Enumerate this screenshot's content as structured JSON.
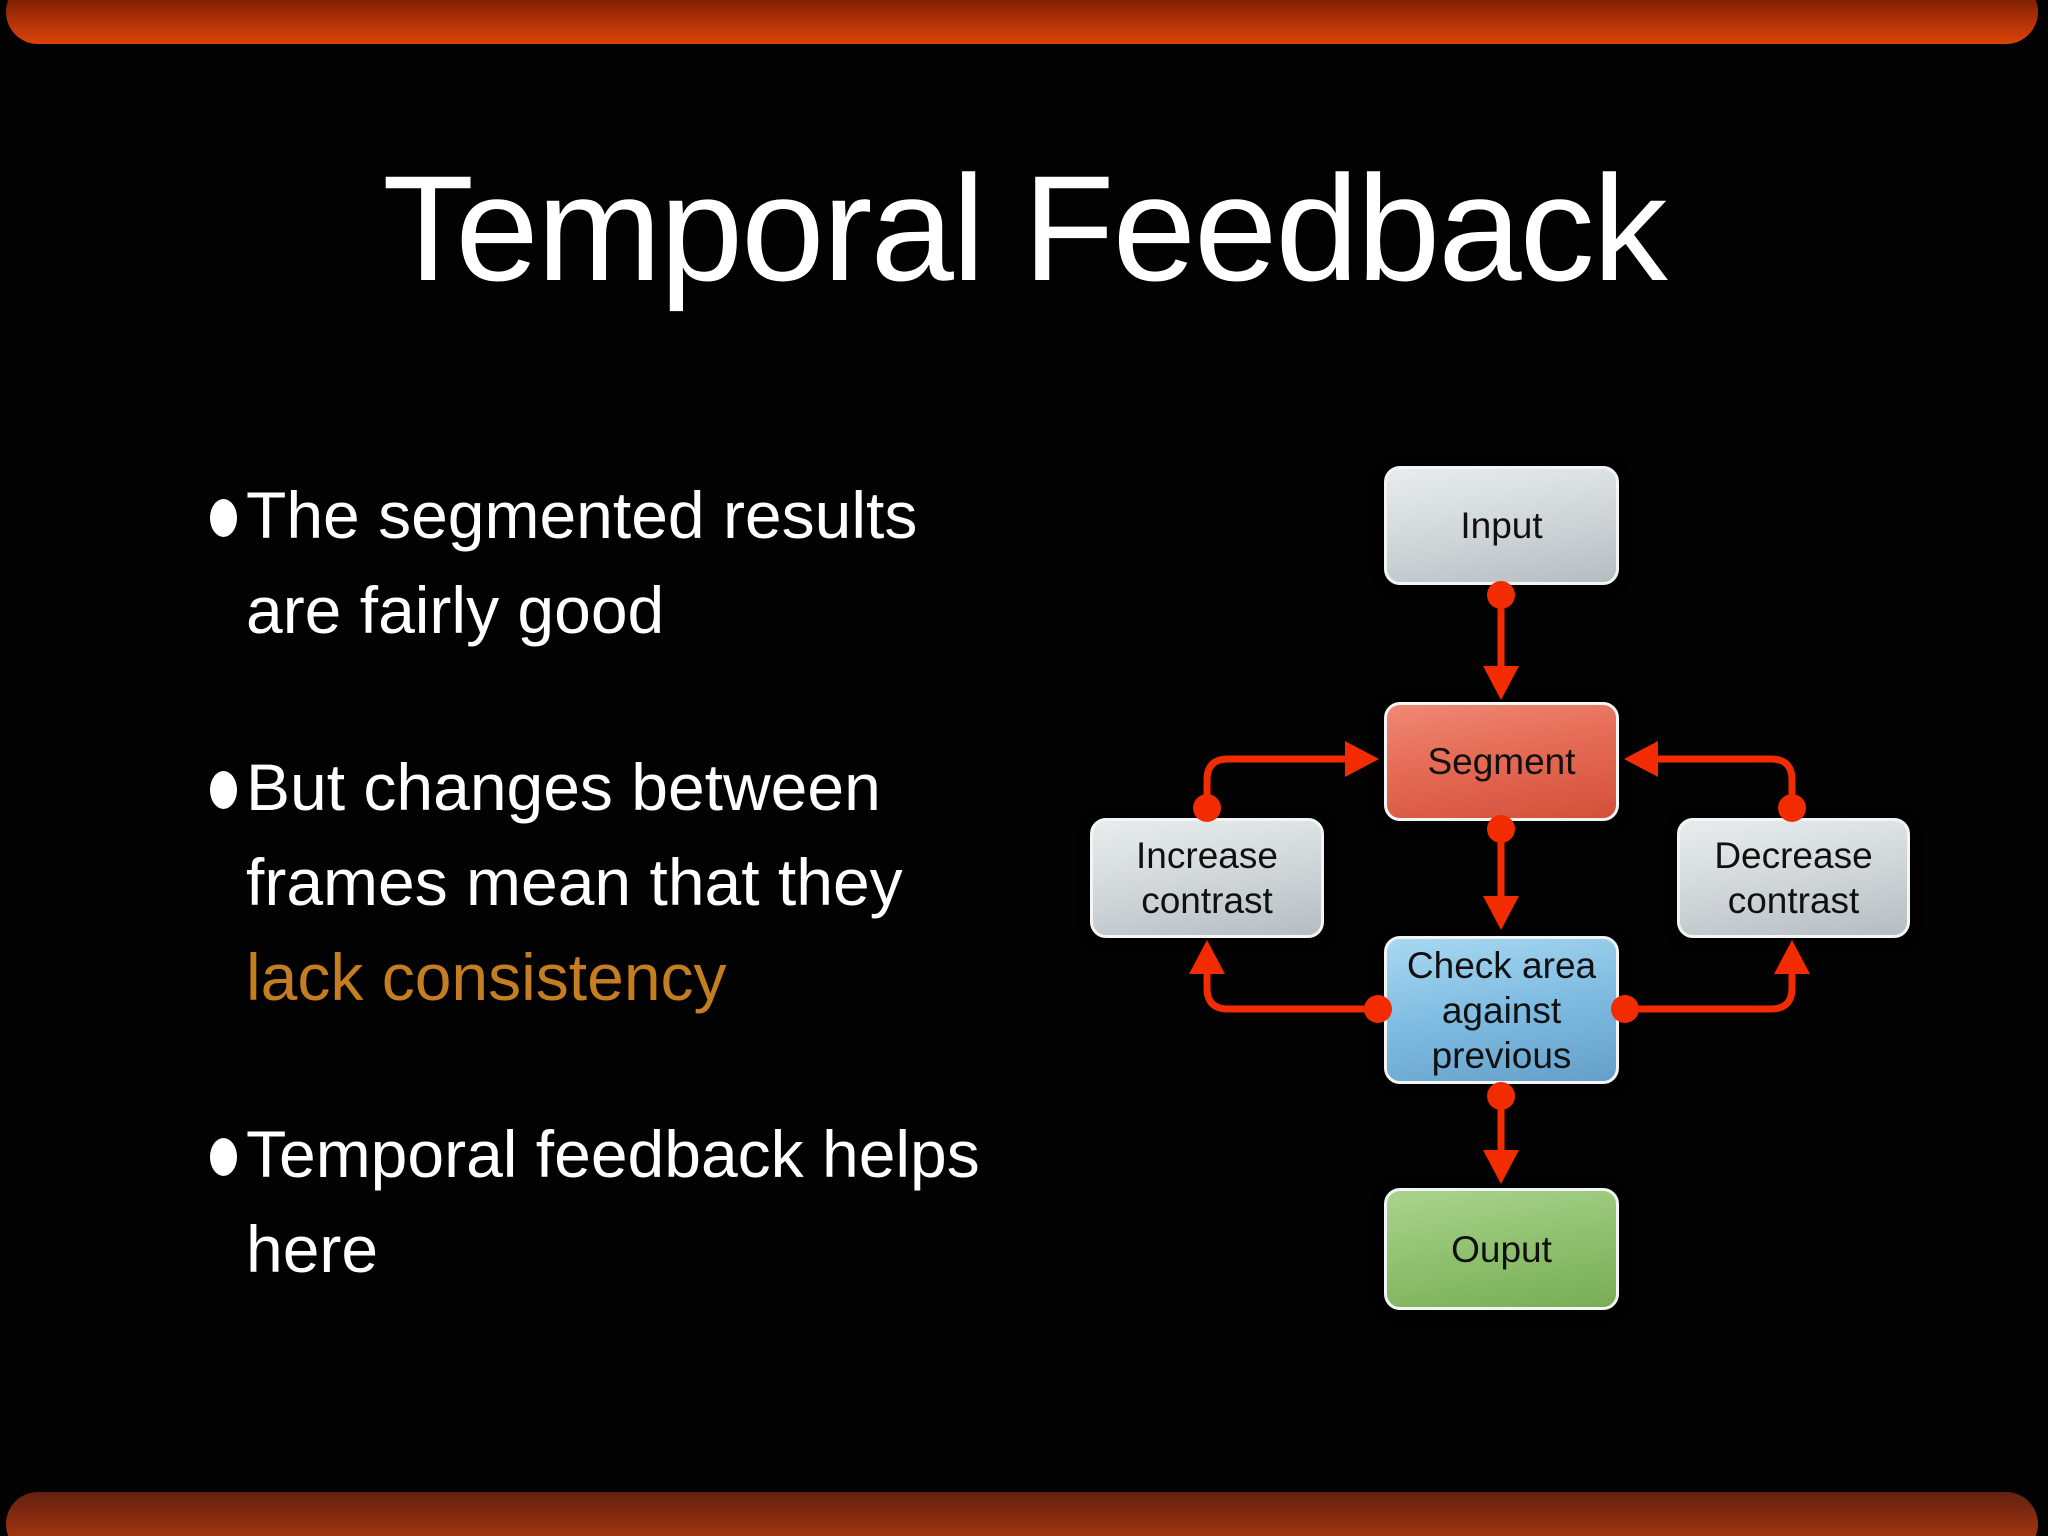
{
  "slide": {
    "title": "Temporal Feedback",
    "bullets": [
      {
        "lines": [
          {
            "text": "The segmented results",
            "highlight": false
          },
          {
            "text": "are fairly good",
            "highlight": false
          }
        ]
      },
      {
        "lines": [
          {
            "text": "But changes between",
            "highlight": false
          },
          {
            "text": "frames mean that they",
            "highlight": false
          },
          {
            "text": "lack consistency",
            "highlight": true
          }
        ]
      },
      {
        "lines": [
          {
            "text": "Temporal feedback helps",
            "highlight": false
          },
          {
            "text": "here",
            "highlight": false
          }
        ]
      }
    ]
  },
  "flowchart": {
    "nodes": [
      {
        "id": "input",
        "label": "Input",
        "color": "#ccd3d6"
      },
      {
        "id": "segment",
        "label": "Segment",
        "color": "#e06a54"
      },
      {
        "id": "increase-contrast",
        "label": "Increase contrast",
        "color": "#ccd3d6"
      },
      {
        "id": "decrease-contrast",
        "label": "Decrease contrast",
        "color": "#ccd3d6"
      },
      {
        "id": "check-area",
        "label": "Check area against previous",
        "color": "#7fbce2"
      },
      {
        "id": "output",
        "label": "Ouput",
        "color": "#8fc06f"
      }
    ],
    "edges": [
      {
        "from": "input",
        "to": "segment"
      },
      {
        "from": "segment",
        "to": "check-area"
      },
      {
        "from": "check-area",
        "to": "increase-contrast"
      },
      {
        "from": "check-area",
        "to": "decrease-contrast"
      },
      {
        "from": "increase-contrast",
        "to": "segment"
      },
      {
        "from": "decrease-contrast",
        "to": "segment"
      },
      {
        "from": "check-area",
        "to": "output"
      }
    ],
    "arrow_color": "#f32b00"
  },
  "theme": {
    "background": "#000000",
    "top_bar_color": "#d94509",
    "bottom_bar_color": "#b13a0e",
    "text_color": "#ffffff",
    "highlight_color": "#c47d20",
    "node_border_color": "#f3f5f5"
  }
}
